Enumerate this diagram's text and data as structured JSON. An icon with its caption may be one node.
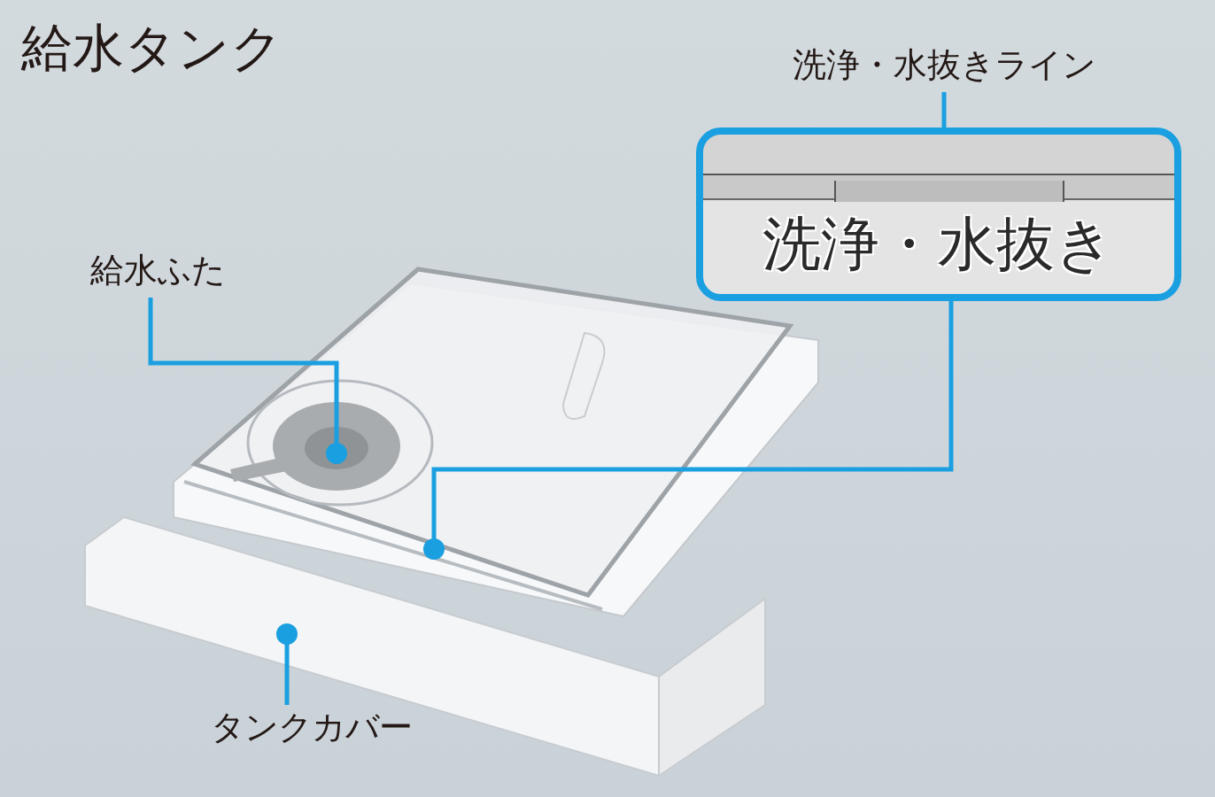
{
  "diagram": {
    "title": "給水タンク",
    "nodes": [
      {
        "text": [
          "洗浄・水抜きライン"
        ]
      },
      {
        "text": [
          "洗浄・水抜き"
        ]
      },
      {
        "text": [],
        "shape": "bar",
        "in": 1
      },
      {
        "text": [
          "給水ふた"
        ]
      },
      {
        "text": [
          "タンクカバー"
        ]
      }
    ],
    "edges": [
      {
        "from": 0,
        "to": 2,
        "arrow": "other"
      },
      {
        "from": 3,
        "to": null,
        "arrow": "other"
      },
      {
        "from": 1,
        "to": null,
        "arrow": "other"
      },
      {
        "from": 4,
        "to": null,
        "arrow": "other"
      }
    ]
  }
}
